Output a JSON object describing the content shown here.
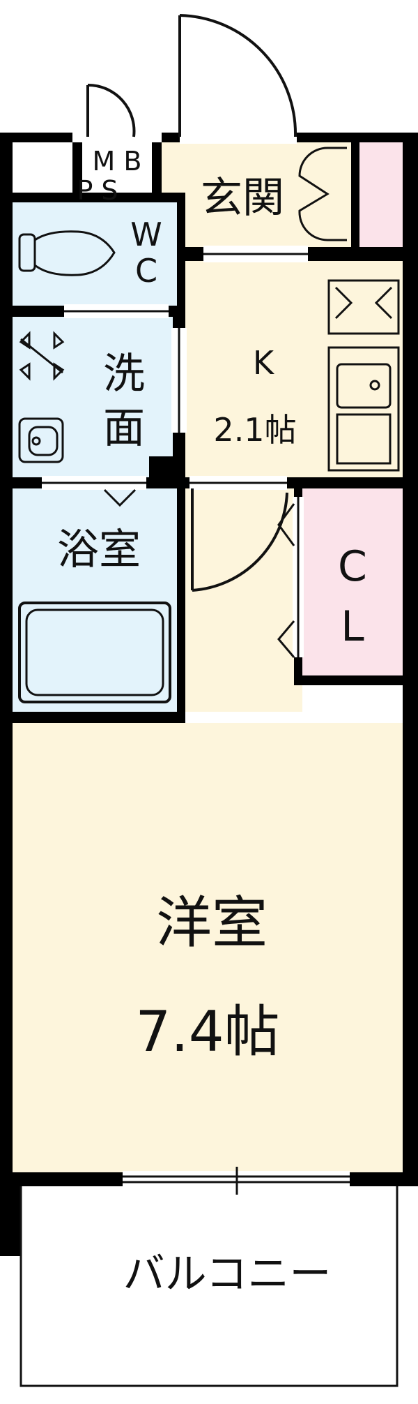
{
  "colors": {
    "wet_area": "#e3f3fb",
    "living_area": "#fdf5dc",
    "storage": "#fbe3ea",
    "wall": "#000000",
    "balcony": "#ffffff"
  },
  "icons": {
    "fan": "ventilation-fan-icon",
    "toilet": "toilet-icon",
    "sink": "sink-icon",
    "bathtub": "bathtub-icon",
    "kitchen": "kitchen-sink-icon",
    "door": "door-swing-icon"
  },
  "labels": {
    "mbps_line1": "M B",
    "mbps_line2": "P S",
    "genkan": "玄関",
    "wc_line1": "W",
    "wc_line2": "C",
    "kitchen_name": "K",
    "kitchen_size": "2.1帖",
    "senmen_line1": "洗",
    "senmen_line2": "面",
    "bath": "浴室",
    "cl_line1": "C",
    "cl_line2": "L",
    "room_name": "洋室",
    "room_size": "7.4帖",
    "balcony": "バルコニー"
  }
}
